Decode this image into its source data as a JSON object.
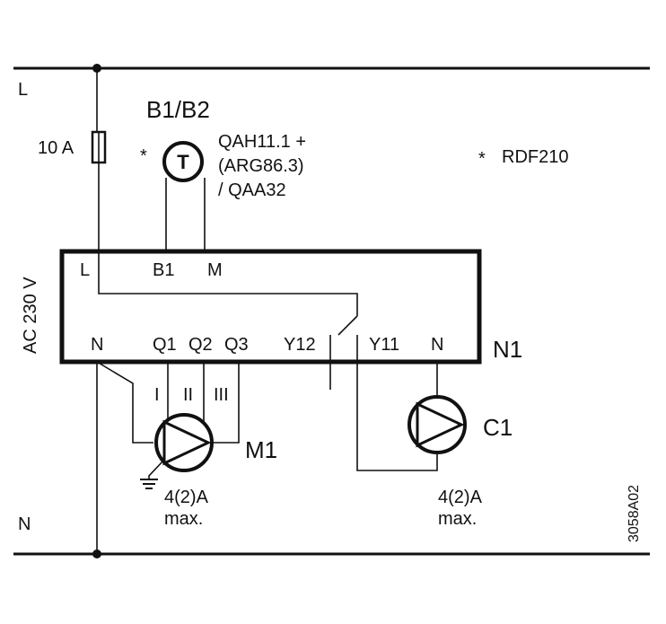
{
  "rails": {
    "line_label": "L",
    "neutral_label": "N"
  },
  "supply": {
    "voltage_label": "AC 230 V",
    "fuse_label": "10 A"
  },
  "sensor": {
    "name": "B1/B2",
    "symbol": "T",
    "model_line1": "QAH11.1 +",
    "model_line2": "(ARG86.3)",
    "model_line3": "/ QAA32",
    "asterisk": "*"
  },
  "thermostat_note": {
    "asterisk": "*",
    "model": "RDF210"
  },
  "controller": {
    "name": "N1",
    "terminals_top": [
      "L",
      "B1",
      "M"
    ],
    "terminals_bottom": [
      "N",
      "Q1",
      "Q2",
      "Q3",
      "Y12",
      "Y11",
      "N"
    ]
  },
  "fan_motor": {
    "name": "M1",
    "speeds": [
      "I",
      "II",
      "III"
    ],
    "rating_line1": "4(2)A",
    "rating_line2": "max."
  },
  "compressor": {
    "name": "C1",
    "rating_line1": "4(2)A",
    "rating_line2": "max."
  },
  "drawing_number": "3058A02"
}
